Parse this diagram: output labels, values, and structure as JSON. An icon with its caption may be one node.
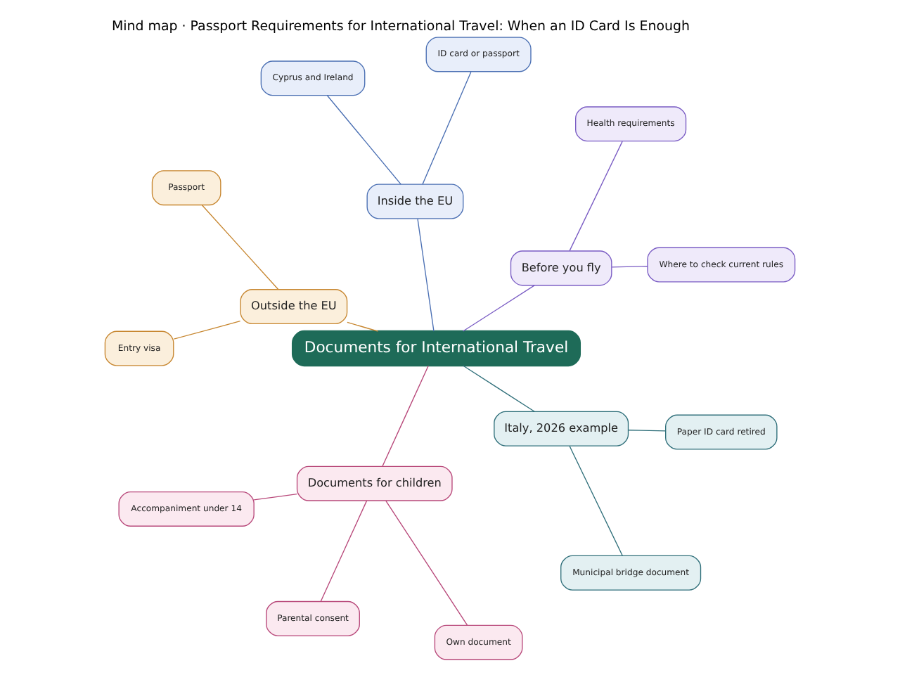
{
  "diagram": {
    "title": "Mind map · Passport Requirements for International Travel: When an ID Card Is Enough",
    "nodes": [
      {
        "text": [
          "Documents for International Travel"
        ]
      },
      {
        "text": [
          "Before you fly"
        ]
      },
      {
        "text": [
          "Where to check current rules"
        ]
      },
      {
        "text": [
          "Health requirements"
        ]
      },
      {
        "text": [
          "Inside the EU"
        ]
      },
      {
        "text": [
          "ID card or passport"
        ]
      },
      {
        "text": [
          "Cyprus and Ireland"
        ]
      },
      {
        "text": [
          "Outside the EU"
        ]
      },
      {
        "text": [
          "Passport"
        ]
      },
      {
        "text": [
          "Entry visa"
        ]
      },
      {
        "text": [
          "Documents for children"
        ]
      },
      {
        "text": [
          "Accompaniment under 14"
        ]
      },
      {
        "text": [
          "Parental consent"
        ]
      },
      {
        "text": [
          "Own document"
        ]
      },
      {
        "text": [
          "Italy, 2026 example"
        ]
      },
      {
        "text": [
          "Municipal bridge document"
        ]
      },
      {
        "text": [
          "Paper ID card retired"
        ]
      }
    ],
    "edges": [
      {
        "from": 0,
        "to": 1,
        "arrow": "none",
        "color": "#7a5cc4"
      },
      {
        "from": 1,
        "to": 2,
        "arrow": "none",
        "color": "#7a5cc4"
      },
      {
        "from": 1,
        "to": 3,
        "arrow": "none",
        "color": "#7a5cc4"
      },
      {
        "from": 0,
        "to": 4,
        "arrow": "none",
        "color": "#4a6fb3"
      },
      {
        "from": 4,
        "to": 5,
        "arrow": "none",
        "color": "#4a6fb3"
      },
      {
        "from": 4,
        "to": 6,
        "arrow": "none",
        "color": "#4a6fb3"
      },
      {
        "from": 0,
        "to": 7,
        "arrow": "none",
        "color": "#c7862f"
      },
      {
        "from": 7,
        "to": 8,
        "arrow": "none",
        "color": "#c7862f"
      },
      {
        "from": 7,
        "to": 9,
        "arrow": "none",
        "color": "#c7862f"
      },
      {
        "from": 0,
        "to": 10,
        "arrow": "none",
        "color": "#b8487a"
      },
      {
        "from": 10,
        "to": 11,
        "arrow": "none",
        "color": "#b8487a"
      },
      {
        "from": 10,
        "to": 12,
        "arrow": "none",
        "color": "#b8487a"
      },
      {
        "from": 10,
        "to": 13,
        "arrow": "none",
        "color": "#b8487a"
      },
      {
        "from": 0,
        "to": 14,
        "arrow": "none",
        "color": "#2f6f7a"
      },
      {
        "from": 14,
        "to": 15,
        "arrow": "none",
        "color": "#2f6f7a"
      },
      {
        "from": 14,
        "to": 16,
        "arrow": "none",
        "color": "#2f6f7a"
      }
    ]
  }
}
